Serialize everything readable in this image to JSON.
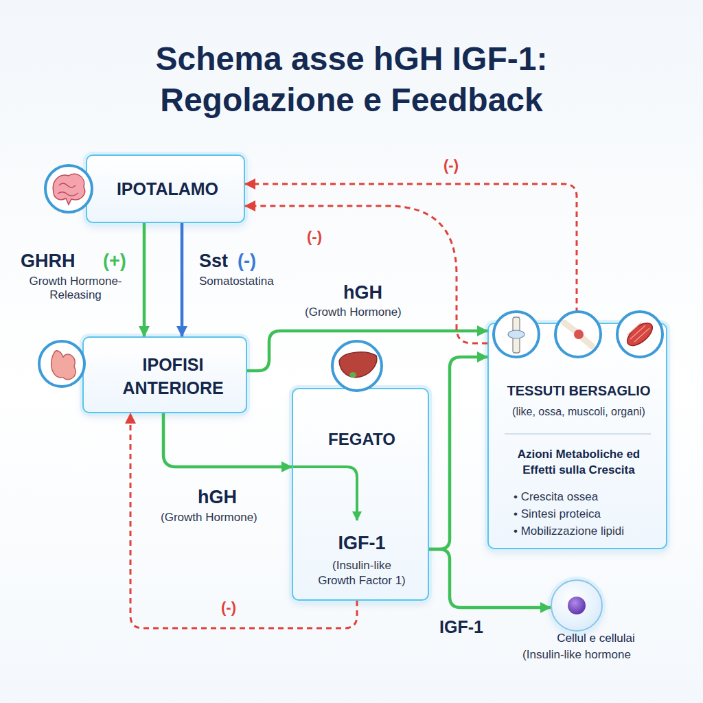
{
  "diagram": {
    "title": "Schema asse hGH IGF-1: Regolazione e Feedback",
    "nodes": [
      {
        "text": [
          "IPOTALAMO"
        ]
      },
      {
        "text": [
          "IPOFISI ANTERIORE"
        ]
      },
      {
        "text": [
          "FEGATO",
          "IGF-1",
          "(Insulin-like Growth Factor 1)"
        ]
      },
      {
        "text": [
          "TESSUTI BERSAGLIO",
          "(like, ossa, muscoli, organi)",
          "Azioni Metaboliche ed Effetti sulla Crescita",
          "• Crescita ossea",
          "• Sintesi proteica",
          "• Mobilizzazione lipidi"
        ]
      },
      {
        "text": [
          "Cellul e cellulai",
          "(Insulin-like hormone"
        ]
      }
    ],
    "edges": [
      {
        "from": 0,
        "to": 1,
        "arrow": "to",
        "label": "GHRH"
      },
      {
        "from": 0,
        "to": 1,
        "arrow": "to",
        "label": "Sst"
      },
      {
        "from": 1,
        "to": 3,
        "arrow": "to",
        "label": "hGH"
      },
      {
        "from": 1,
        "to": 2,
        "arrow": "to",
        "label": "hGH"
      },
      {
        "from": 2,
        "to": 3,
        "arrow": "to"
      },
      {
        "from": 2,
        "to": 4,
        "arrow": "to",
        "label": "IGF-1"
      },
      {
        "from": 3,
        "to": 0,
        "arrow": "to",
        "label": "(-)"
      },
      {
        "from": 3,
        "to": 0,
        "arrow": "to",
        "label": "(-)"
      },
      {
        "from": 2,
        "to": 1,
        "arrow": "to",
        "label": "(-)"
      }
    ],
    "labels": [
      "(+)",
      "Growth Hormone- Releasing",
      "(-)",
      "Somatostatina",
      "(Growth Hormone)",
      "(Growth Hormone)"
    ]
  }
}
